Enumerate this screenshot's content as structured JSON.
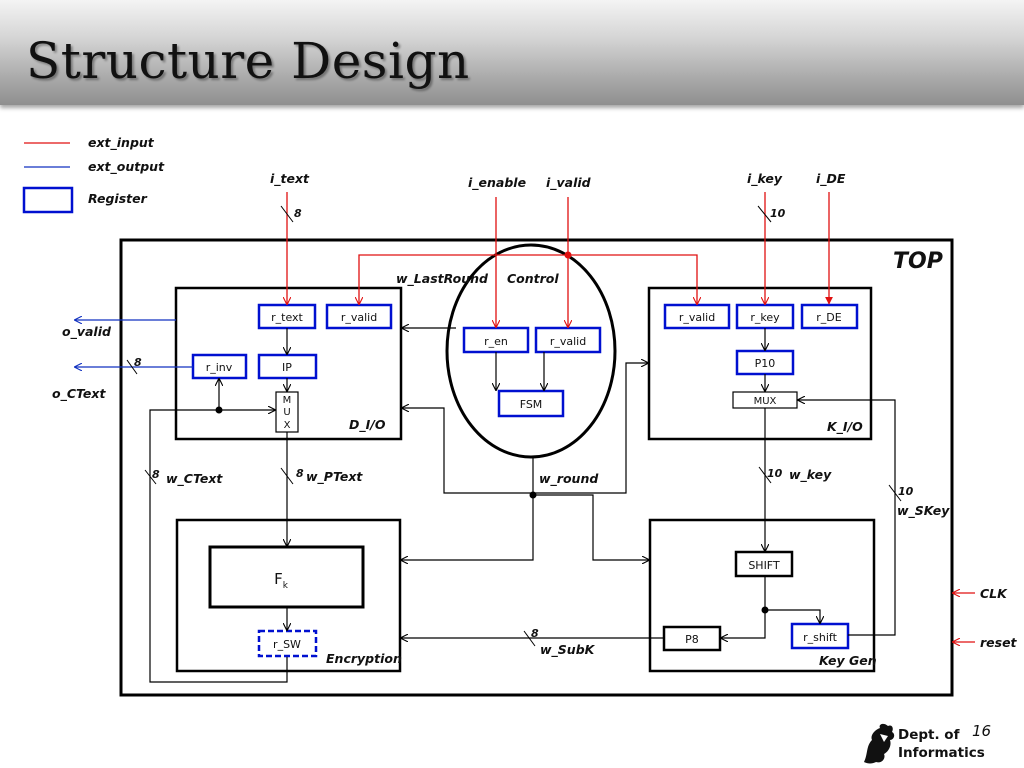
{
  "title": "Structure Design",
  "legend": {
    "input": "ext_input",
    "output": "ext_output",
    "register": "Register"
  },
  "colors": {
    "input": "#e01010",
    "output": "#1030c0",
    "register": "#0010d0",
    "wire": "#000000"
  },
  "top": {
    "label": "TOP"
  },
  "external_inputs": {
    "i_text": "i_text",
    "i_enable": "i_enable",
    "i_valid": "i_valid",
    "i_key": "i_key",
    "i_de": "i_DE",
    "clk": "CLK",
    "reset": "reset"
  },
  "external_outputs": {
    "o_valid": "o_valid",
    "o_ctext": "o_CText"
  },
  "widths": {
    "i_text": "8",
    "i_key": "10",
    "o_ctext": "8",
    "w_ctext": "8",
    "w_ptext": "8",
    "w_key": "10",
    "w_skey": "10",
    "w_subk": "8"
  },
  "modules": {
    "dio": {
      "label": "D_I/O",
      "r_text": "r_text",
      "r_valid": "r_valid",
      "r_inv": "r_inv",
      "ip": "IP",
      "mux_1": "M",
      "mux_2": "U",
      "mux_3": "X"
    },
    "control": {
      "label": "Control",
      "r_en": "r_en",
      "r_valid": "r_valid",
      "fsm": "FSM"
    },
    "kio": {
      "label": "K_I/O",
      "r_valid": "r_valid",
      "r_key": "r_key",
      "r_de": "r_DE",
      "p10": "P10",
      "mux": "MUX"
    },
    "encryption": {
      "label": "Encryption",
      "fk": "F",
      "fk_sub": "k",
      "r_sw": "r_SW"
    },
    "keygen": {
      "label": "Key Gen",
      "shift": "SHIFT",
      "p8": "P8",
      "r_shift": "r_shift"
    }
  },
  "wires": {
    "w_lastround": "w_LastRound",
    "w_round": "w_round",
    "w_ctext": "w_CText",
    "w_ptext": "w_PText",
    "w_key": "w_key",
    "w_skey": "w_SKey",
    "w_subk": "w_SubK"
  },
  "footer": {
    "dept_line1": "Dept. of",
    "dept_line2": "Informatics",
    "page": "16"
  }
}
